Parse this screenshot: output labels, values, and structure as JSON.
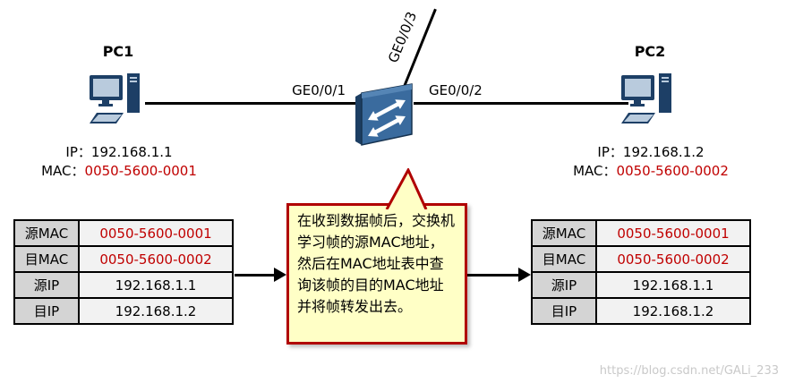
{
  "colors": {
    "red_text": "#c00000",
    "callout_bg": "#ffffc6",
    "callout_border": "#b00000",
    "table_label_bg": "#d4d4d4",
    "table_value_bg": "#f2f2f2"
  },
  "pc1": {
    "name": "PC1",
    "ip_label": "IP：",
    "ip": "192.168.1.1",
    "mac_label": "MAC：",
    "mac": "0050-5600-0001"
  },
  "pc2": {
    "name": "PC2",
    "ip_label": "IP：",
    "ip": "192.168.1.2",
    "mac_label": "MAC：",
    "mac": "0050-5600-0002"
  },
  "switch": {
    "ports": {
      "left": "GE0/0/1",
      "right": "GE0/0/2",
      "top": "GE0/0/3"
    }
  },
  "callout": {
    "text": "在收到数据帧后，交换机学习帧的源MAC地址，然后在MAC地址表中查询该帧的目的MAC地址并将帧转发出去。"
  },
  "frame_table_left": {
    "rows": [
      {
        "label": "源MAC",
        "value": "0050-5600-0001"
      },
      {
        "label": "目MAC",
        "value": "0050-5600-0002"
      },
      {
        "label": "源IP",
        "value": "192.168.1.1"
      },
      {
        "label": "目IP",
        "value": "192.168.1.2"
      }
    ]
  },
  "frame_table_right": {
    "rows": [
      {
        "label": "源MAC",
        "value": "0050-5600-0001"
      },
      {
        "label": "目MAC",
        "value": "0050-5600-0002"
      },
      {
        "label": "源IP",
        "value": "192.168.1.1"
      },
      {
        "label": "目IP",
        "value": "192.168.1.2"
      }
    ]
  },
  "watermark": "https://blog.csdn.net/GALi_233"
}
